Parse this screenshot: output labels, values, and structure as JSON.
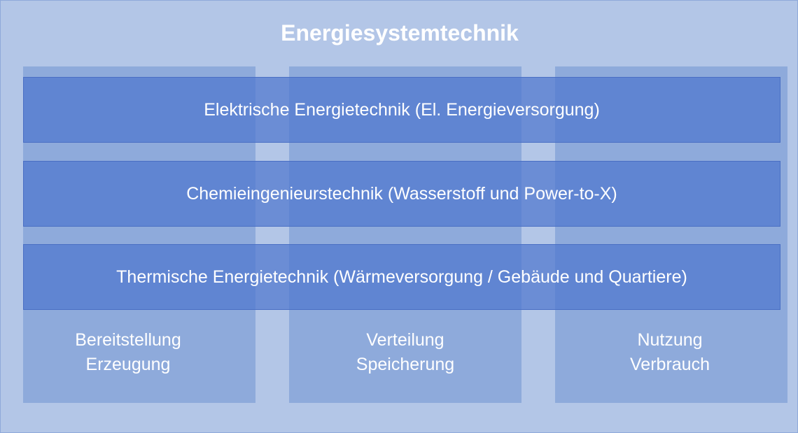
{
  "diagram": {
    "title": "Energiesystemtechnik",
    "bands": [
      {
        "label": "Elektrische Energietechnik (El. Energieversorgung)"
      },
      {
        "label": "Chemieingenieurstechnik (Wasserstoff und Power-to-X)"
      },
      {
        "label": "Thermische Energietechnik (Wärmeversorgung / Gebäude und Quartiere)"
      }
    ],
    "columns": [
      {
        "label": "Bereitstellung\nErzeugung"
      },
      {
        "label": "Verteilung\nSpeicherung"
      },
      {
        "label": "Nutzung\nVerbrauch"
      }
    ],
    "colors": {
      "background": "#b3c6e7",
      "column": "#8eaadb",
      "band": "#5b84d0",
      "text": "#ffffff"
    }
  }
}
